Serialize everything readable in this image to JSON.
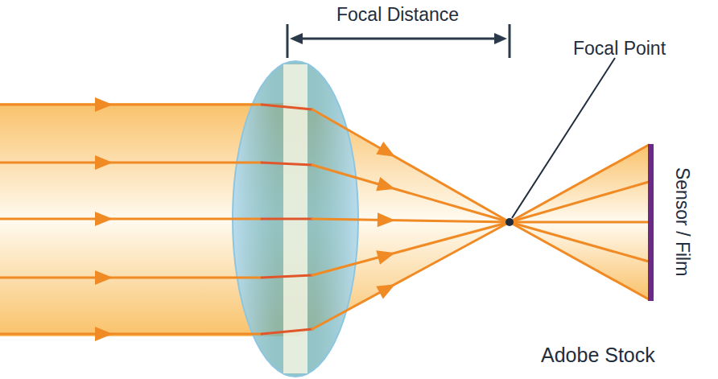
{
  "diagram": {
    "labels": [
      "Focal Distance",
      "Focal Point",
      "Sensor / Film",
      "Adobe Stock"
    ]
  }
}
